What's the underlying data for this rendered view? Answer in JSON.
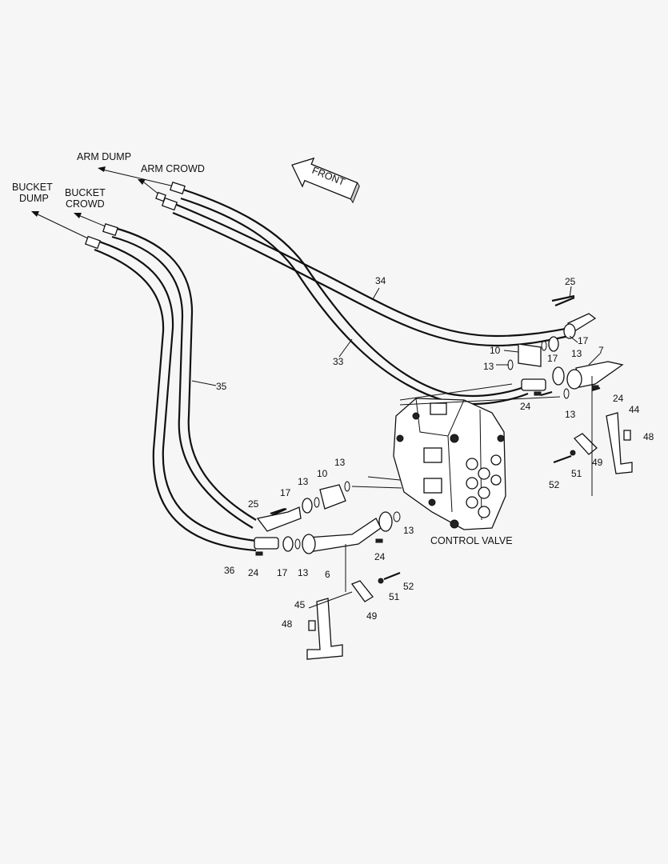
{
  "labels": {
    "arm_dump": "ARM DUMP",
    "arm_crowd": "ARM CROWD",
    "bucket_dump_1": "BUCKET",
    "bucket_dump_2": "DUMP",
    "bucket_crowd_1": "BUCKET",
    "bucket_crowd_2": "CROWD",
    "front": "FRONT",
    "control_valve": "CONTROL VALVE"
  },
  "callouts": {
    "c34": "34",
    "c33": "33",
    "c35": "35",
    "c36": "36",
    "c25a": "25",
    "c25b": "25",
    "c17a": "17",
    "c17b": "17",
    "c17c": "17",
    "c17d": "17",
    "c10a": "10",
    "c10b": "10",
    "c13a": "13",
    "c13b": "13",
    "c13c": "13",
    "c13d": "13",
    "c13e": "13",
    "c13f": "13",
    "c13g": "13",
    "c7": "7",
    "c24a": "24",
    "c24b": "24",
    "c24c": "24",
    "c24d": "24",
    "c44": "44",
    "c45": "45",
    "c48a": "48",
    "c48b": "48",
    "c49a": "49",
    "c49b": "49",
    "c51a": "51",
    "c51b": "51",
    "c52a": "52",
    "c52b": "52",
    "c6": "6"
  },
  "colors": {
    "line": "#111111",
    "background": "#f6f6f6"
  }
}
